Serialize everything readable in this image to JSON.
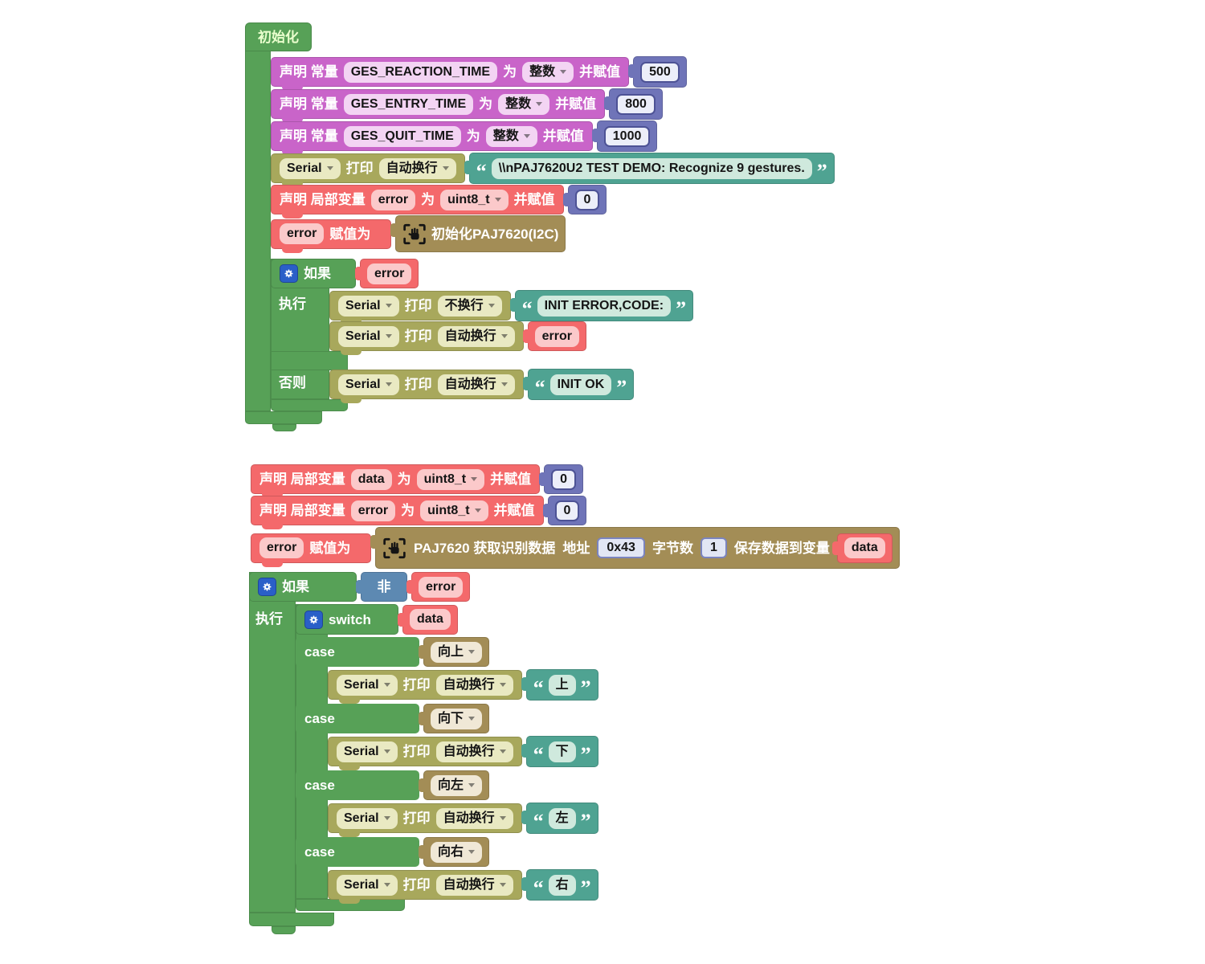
{
  "ui": {
    "labels": {
      "init": "初始化",
      "declare_const": "声明 常量",
      "declare_local": "声明 局部变量",
      "as": "为",
      "and_assign": "并赋值",
      "type_int": "整数",
      "type_uint8": "uint8_t",
      "serial": "Serial",
      "print": "打印",
      "newline_auto": "自动换行",
      "newline_none": "不换行",
      "if": "如果",
      "do": "执行",
      "else": "否则",
      "not": "非",
      "switch": "switch",
      "case": "case",
      "assign_to": "赋值为",
      "addr": "地址",
      "byte_count": "字节数",
      "save_to": "保存数据到变量"
    },
    "vars": {
      "error": "error",
      "data": "data"
    },
    "consts": [
      {
        "name": "GES_REACTION_TIME",
        "value": "500"
      },
      {
        "name": "GES_ENTRY_TIME",
        "value": "800"
      },
      {
        "name": "GES_QUIT_TIME",
        "value": "1000"
      }
    ],
    "zero": "0",
    "gesture": {
      "init_fn": "初始化PAJ7620(I2C)",
      "get_fn": "PAJ7620 获取识别数据",
      "addr_value": "0x43",
      "byte_value": "1"
    },
    "strings": {
      "demo": "\\\\nPAJ7620U2 TEST DEMO: Recognize 9 gestures.",
      "init_error": "INIT ERROR,CODE:",
      "init_ok": "INIT OK",
      "up": "上",
      "down": "下",
      "left": "左",
      "right": "右"
    },
    "cases": [
      {
        "label": "向上"
      },
      {
        "label": "向下"
      },
      {
        "label": "向左"
      },
      {
        "label": "向右"
      }
    ],
    "quotes": {
      "open": "“",
      "close": "”"
    }
  },
  "colors": {
    "green": "#57a157",
    "purple": "#c964c9",
    "red": "#f4696b",
    "olive": "#a8a85c",
    "teal": "#4fa392",
    "brown": "#a38d56",
    "blue_value": "#6f74b8",
    "steel_not": "#5d89b2",
    "gear": "#2a5fc8"
  }
}
